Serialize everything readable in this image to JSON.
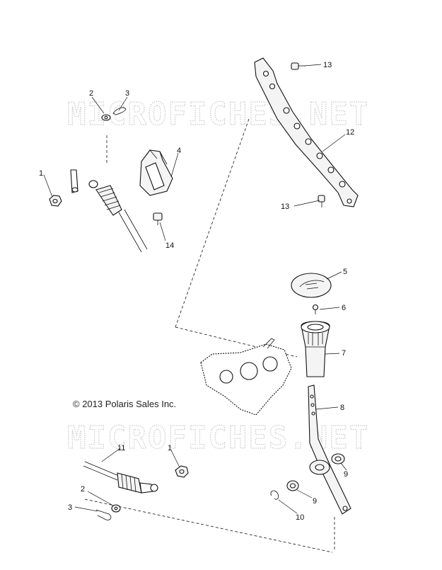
{
  "watermark": "MICROFICHES.NET",
  "copyright": "© 2013 Polaris Sales Inc.",
  "callouts": [
    "1",
    "2",
    "3",
    "4",
    "5",
    "6",
    "7",
    "8",
    "9",
    "10",
    "11",
    "12",
    "13",
    "14"
  ]
}
